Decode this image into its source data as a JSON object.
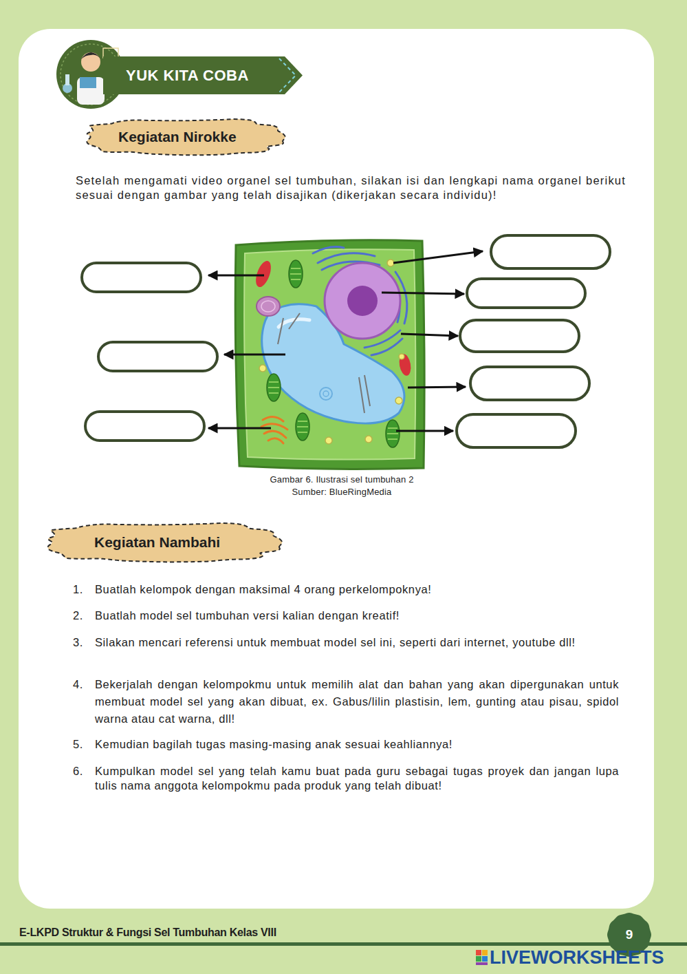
{
  "diagram": {
    "nodes": [
      {
        "text": [
          "YUK KITA COBA"
        ]
      },
      {
        "text": [
          "Kegiatan Nirokke"
        ]
      },
      {
        "text": [
          "Kegiatan Nambahi"
        ]
      },
      {
        "text": [
          "9"
        ]
      }
    ],
    "labels": [
      "Setelah mengamati video organel sel tumbuhan, silakan isi dan lengkapi nama organel berikut sesuai dengan gambar yang telah disajikan (dikerjakan secara individu)!",
      "Gambar 6. Ilustrasi sel tumbuhan 2",
      "Sumber: BlueRingMedia",
      "1.",
      "Buatlah kelompok dengan maksimal 4 orang perkelompoknya!",
      "2.",
      "Buatlah model sel tumbuhan versi kalian dengan kreatif!",
      "3.",
      "Silakan mencari referensi untuk membuat model sel ini, seperti dari internet, youtube dll!",
      "4.",
      "Bekerjalah dengan kelompokmu untuk memilih alat dan bahan yang akan dipergunakan untuk membuat model sel yang akan dibuat, ex. Gabus/lilin plastisin, lem, gunting atau pisau, spidol warna atau cat warna, dll!",
      "5.",
      "Kemudian bagilah tugas masing-masing anak sesuai keahliannya!",
      "6.",
      "Kumpulkan model sel yang telah kamu buat pada guru sebagai tugas proyek dan jangan lupa tulis nama anggota kelompokmu pada produk yang telah dibuat!",
      "E-LKPD Struktur & Fungsi Sel Tumbuhan Kelas VIII",
      "LIVEWORKSHEETS"
    ]
  }
}
